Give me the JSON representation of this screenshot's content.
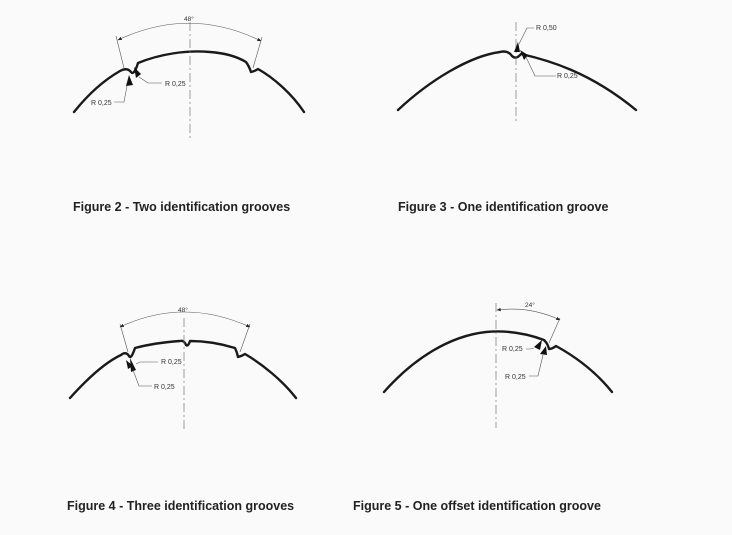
{
  "figures": [
    {
      "caption": "Figure 2 - Two identification grooves",
      "angle": "48°",
      "labels": [
        "R 0,25",
        "R 0,25"
      ]
    },
    {
      "caption": "Figure 3 - One identification groove",
      "labels": [
        "R 0,50",
        "R 0,25"
      ]
    },
    {
      "caption": "Figure 4 - Three identification grooves",
      "angle": "48°",
      "labels": [
        "R 0,25",
        "R 0,25"
      ]
    },
    {
      "caption": "Figure 5 - One offset identification groove",
      "angle": "24°",
      "labels": [
        "R 0,25",
        "R 0,25"
      ]
    }
  ]
}
